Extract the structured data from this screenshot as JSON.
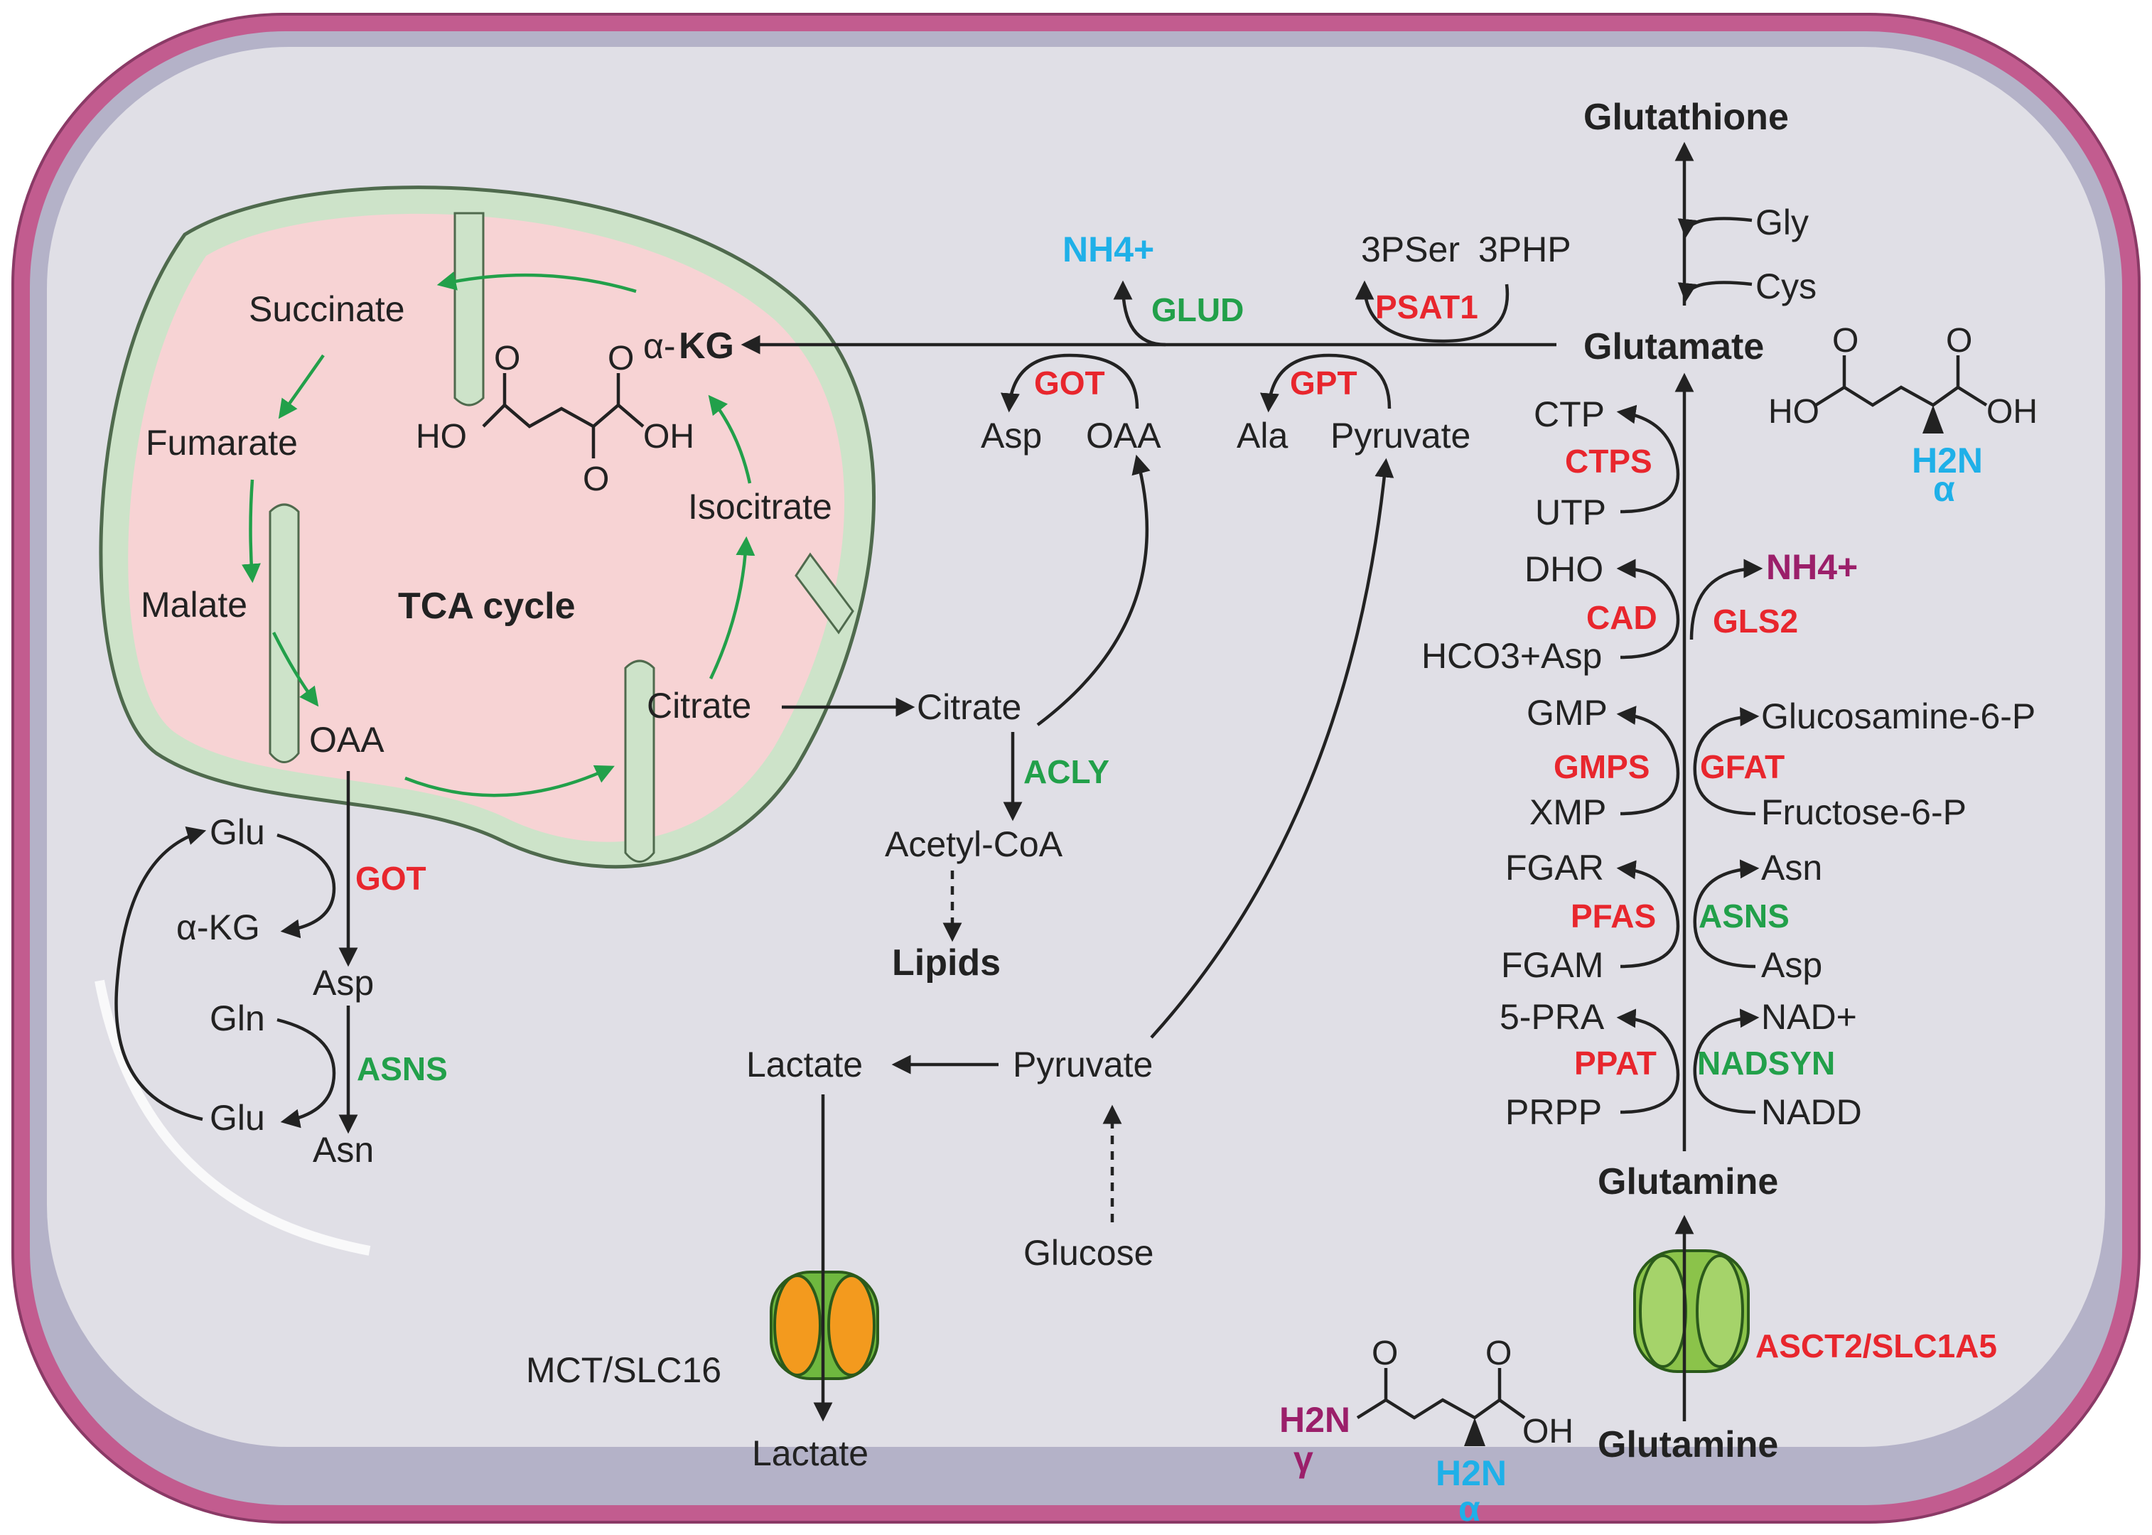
{
  "tca": {
    "title": "TCA cycle",
    "succinate": "Succinate",
    "fumarate": "Fumarate",
    "malate": "Malate",
    "oaa": "OAA",
    "citrate": "Citrate",
    "isocitrate": "Isocitrate",
    "akg_prefix": "α-",
    "akg": "KG",
    "ho_left": "HO",
    "oh_right": "OH",
    "o1": "O",
    "o2": "O",
    "o3": "O"
  },
  "mito_lower": {
    "glu_top": "Glu",
    "akg": "α-KG",
    "got": "GOT",
    "asp": "Asp",
    "gln": "Gln",
    "asns": "ASNS",
    "glu_bottom": "Glu",
    "asn": "Asn"
  },
  "center": {
    "nh4": "NH4+",
    "glud": "GLUD",
    "got": "GOT",
    "asp": "Asp",
    "oaa": "OAA",
    "pserine": "3PSer",
    "php": "3PHP",
    "psat1": "PSAT1",
    "gpt": "GPT",
    "ala": "Ala",
    "pyruvate_top": "Pyruvate",
    "citrate": "Citrate",
    "acly": "ACLY",
    "acetylcoa": "Acetyl-CoA",
    "lipids": "Lipids",
    "lactate": "Lactate",
    "pyruvate": "Pyruvate",
    "glucose": "Glucose",
    "lactate_out": "Lactate",
    "mct": "MCT/SLC16"
  },
  "right": {
    "glutathione": "Glutathione",
    "gly": "Gly",
    "cys": "Cys",
    "glutamate": "Glutamate",
    "glutamine_in": "Glutamine",
    "glutamine_out": "Glutamine",
    "transporter": "ASCT2/SLC1A5",
    "left_col": [
      {
        "top": "CTP",
        "enzyme": "CTPS",
        "bottom": "UTP"
      },
      {
        "top": "DHO",
        "enzyme": "CAD",
        "bottom": "HCO3+Asp"
      },
      {
        "top": "GMP",
        "enzyme": "GMPS",
        "bottom": "XMP"
      },
      {
        "top": "FGAR",
        "enzyme": "PFAS",
        "bottom": "FGAM"
      },
      {
        "top": "5-PRA",
        "enzyme": "PPAT",
        "bottom": "PRPP"
      }
    ],
    "right_col": [
      {
        "top": "NH4+",
        "enzyme": "GLS2",
        "bottom": ""
      },
      {
        "top": "Glucosamine-6-P",
        "enzyme": "GFAT",
        "bottom": "Fructose-6-P"
      },
      {
        "top": "Asn",
        "enzyme": "ASNS",
        "bottom": "Asp"
      },
      {
        "top": "NAD+",
        "enzyme": "NADSYN",
        "bottom": "NADD"
      }
    ]
  },
  "glutamate_struct": {
    "ho": "HO",
    "oh": "OH",
    "o1": "O",
    "o2": "O",
    "h2n": "H2N",
    "alpha": "α"
  },
  "glutamine_struct": {
    "h2n_gamma": "H2N",
    "gamma": "γ",
    "oh": "OH",
    "o1": "O",
    "o2": "O",
    "h2n_alpha": "H2N",
    "alpha": "α"
  },
  "colors": {
    "membrane_outer": "#c25c8f",
    "membrane_inner": "#b4b2c8",
    "cytoplasm": "#e0dfe6",
    "mito_outer": "#cde3c9",
    "matrix": "#f7d3d4",
    "red": "#e8262d",
    "green": "#22a04a",
    "blue": "#1fb0e8",
    "magenta": "#9b1f6a"
  }
}
